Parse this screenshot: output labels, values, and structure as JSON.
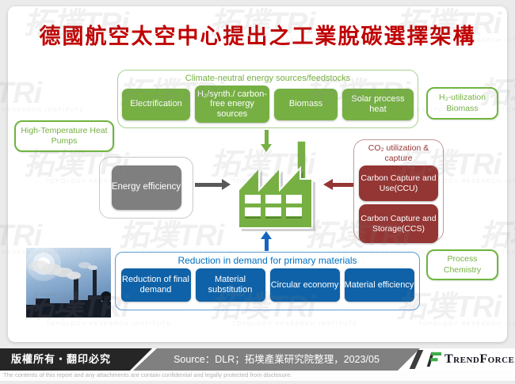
{
  "title": "德國航空太空中心提出之工業脫碳選擇架構",
  "watermark": {
    "brand": "拓墣TRi",
    "subtitle": "TOPOLOGY RESEARCH INSTITUTE"
  },
  "diagram": {
    "top_group": {
      "label": "Climate-neutral energy sources/feedstocks",
      "items": [
        "Electrification",
        "H₂/synth./ carbon-free energy sources",
        "Biomass",
        "Solar process heat"
      ]
    },
    "h2_utilization_box": "H₂-utilization Biomass",
    "heat_pumps_box": "High-Temperature Heat Pumps",
    "process_chemistry_box": "Process Chemistry",
    "energy_efficiency_btn": "Energy efficiency",
    "co2_group": {
      "label": "CO₂ utilization & capture",
      "items": [
        "Carbon Capture and Use(CCU)",
        "Carbon Capture and Storage(CCS)"
      ]
    },
    "bottom_group": {
      "label": "Reduction in demand for primary materials",
      "items": [
        "Reduction of final demand",
        "Material substitution",
        "Circular economy",
        "Material efficiency"
      ]
    }
  },
  "footer": {
    "copyright": "版權所有‧翻印必究",
    "source": "Source：DLR；拓墣產業研究院整理，2023/05",
    "brand": "TrendForce",
    "disclaimer": "The contents of this report and any attachments are contain confidential and legally protected from disclosure."
  },
  "colors": {
    "title_red": "#C00000",
    "accent_green": "#76B043",
    "accent_blue": "#0F62A8",
    "accent_dark_red": "#943634",
    "gray_button": "#7F7F7F"
  }
}
